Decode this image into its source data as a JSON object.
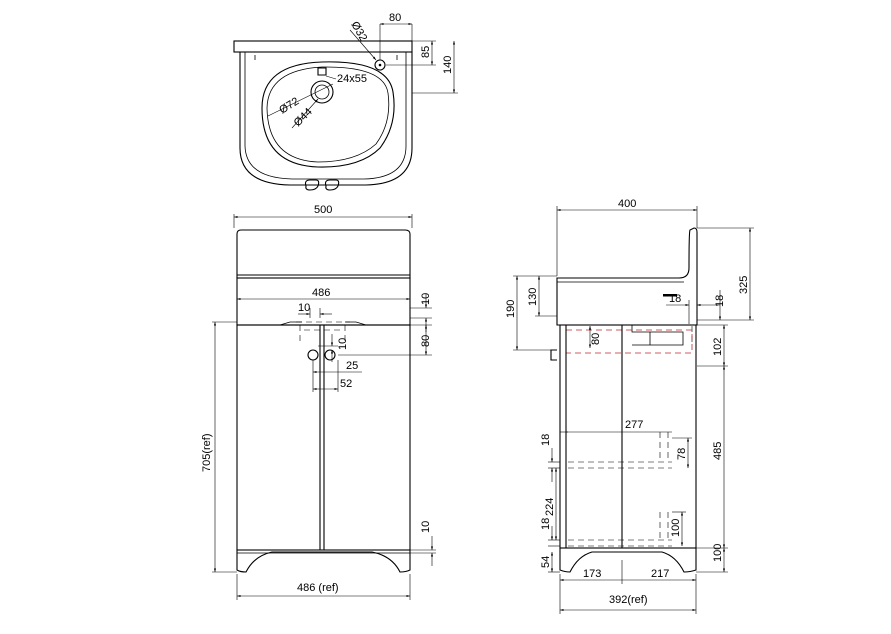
{
  "top_view": {
    "dims": [
      "80",
      "Ø32",
      "85",
      "140",
      "24x55",
      "Ø72",
      "Ø44"
    ]
  },
  "front_view": {
    "dims": [
      "500",
      "486",
      "10",
      "10",
      "80",
      "10",
      "25",
      "52",
      "705(ref)",
      "10",
      "486 (ref)"
    ]
  },
  "side_view": {
    "dims": [
      "400",
      "325",
      "130",
      "190",
      "18",
      "18",
      "80",
      "102",
      "277",
      "18",
      "78",
      "485",
      "224",
      "18",
      "100",
      "100",
      "54",
      "173",
      "217",
      "392(ref)"
    ]
  }
}
